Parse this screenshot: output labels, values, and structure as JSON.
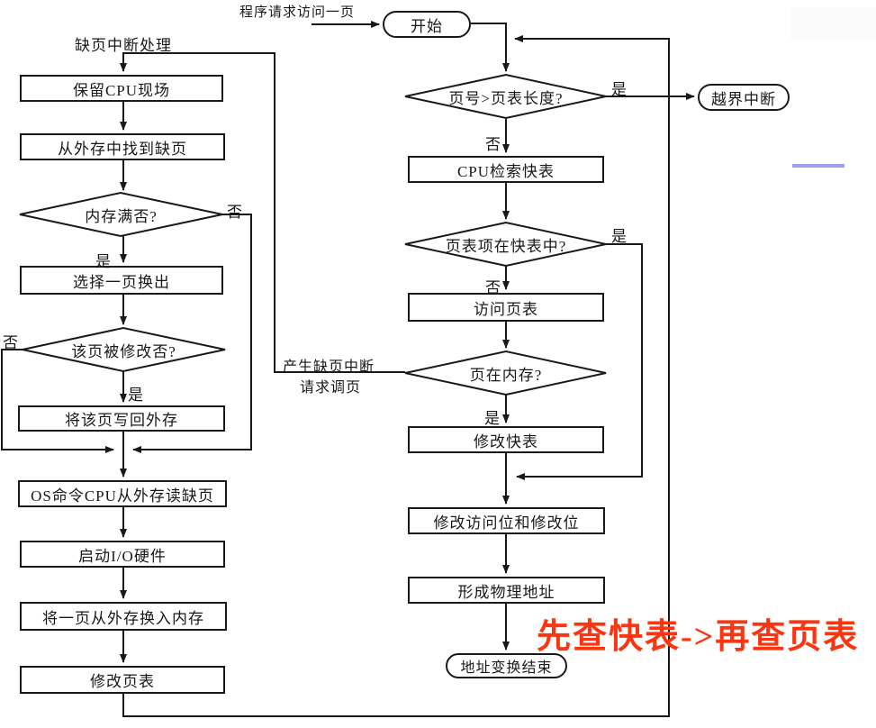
{
  "labels": {
    "fault_handler": "缺页中断处理",
    "program_request": "程序请求访问一页",
    "page_fault_1": "产生缺页中断",
    "page_fault_2": "请求调页"
  },
  "branch": {
    "yes": "是",
    "no": "否"
  },
  "left_column": {
    "save_cpu": "保留CPU现场",
    "find_page_external": "从外存中找到缺页",
    "memory_full_q": "内存满否?",
    "select_page_out": "选择一页换出",
    "page_modified_q": "该页被修改否?",
    "write_page_back": "将该页写回外存",
    "os_command_read": "OS命令CPU从外存读缺页",
    "start_io": "启动I/O硬件",
    "swap_page_in": "将一页从外存换入内存",
    "update_page_table": "修改页表"
  },
  "right_column": {
    "start": "开始",
    "page_number_check_q": "页号>页表长度?",
    "out_of_bounds_interrupt": "越界中断",
    "cpu_search_tlb": "CPU检索快表",
    "entry_in_tlb_q": "页表项在快表中?",
    "access_page_table": "访问页表",
    "page_in_memory_q": "页在内存?",
    "update_tlb": "修改快表",
    "update_access_modify_bits": "修改访问位和修改位",
    "form_physical_address": "形成物理地址",
    "end": "地址变换结束"
  },
  "annotation": {
    "text": "先查快表->再查页表",
    "color": "#fb3511"
  },
  "decor": {
    "blue_line_color": "#9e9ef2",
    "line_color": "#191919"
  }
}
